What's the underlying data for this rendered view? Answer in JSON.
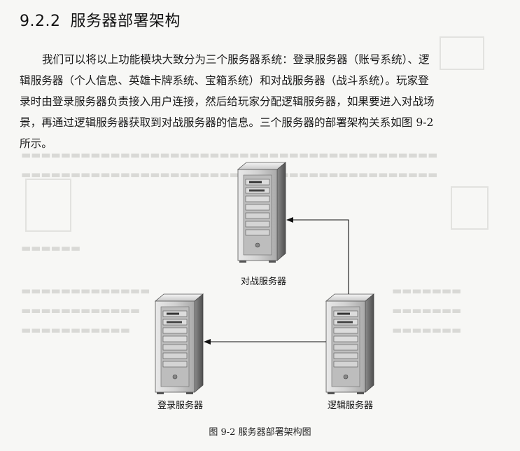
{
  "section": {
    "number": "9.2.2",
    "title": "服务器部署架构"
  },
  "paragraph": {
    "lines": [
      "我们可以将以上功能模块大致分为三个服务器系统：登录服务器（账号系统）、逻",
      "辑服务器（个人信息、英雄卡牌系统、宝箱系统）和对战服务器（战斗系统）。玩家登",
      "录时由登录服务器负责接入用户连接，然后给玩家分配逻辑服务器，如果要进入对战场",
      "景，再通过逻辑服务器获取到对战服务器的信息。三个服务器的部署架构关系如图 9-2",
      "所示。"
    ]
  },
  "figure": {
    "servers": {
      "battle": "对战服务器",
      "login": "登录服务器",
      "logic": "逻辑服务器"
    },
    "caption": "图 9-2  服务器部署架构图"
  }
}
